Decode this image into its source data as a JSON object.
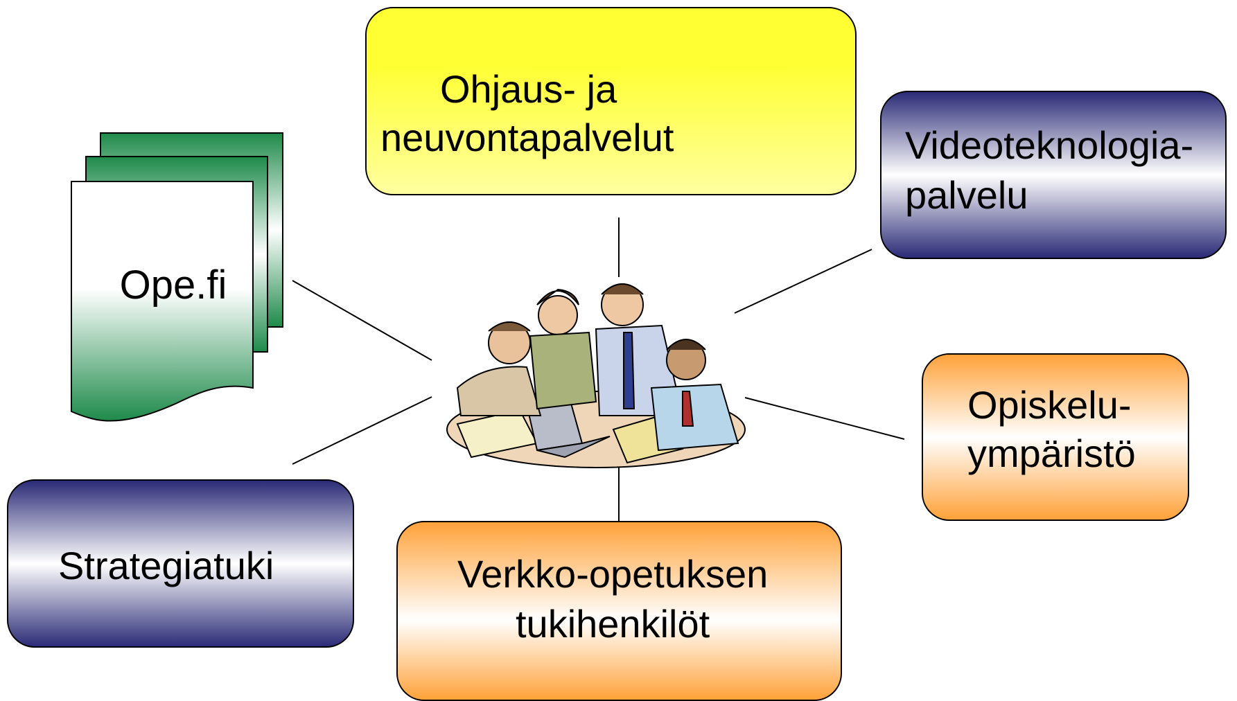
{
  "nodes": {
    "ohjaus": {
      "lines": [
        "Ohjaus- ja",
        "neuvontapalvelut"
      ],
      "color_top": "#ffff33"
    },
    "video": {
      "lines": [
        "Videoteknologia-",
        "palvelu"
      ],
      "color": "#2b2b77"
    },
    "opiskelu": {
      "lines": [
        "Opiskelu-",
        "ympäristö"
      ],
      "color": "#ffa23a"
    },
    "verkko": {
      "lines": [
        "Verkko-opetuksen",
        "tukihenkilöt"
      ],
      "color": "#ffa23a"
    },
    "strategia": {
      "lines": [
        "Strategiatuki"
      ],
      "color": "#2b2b77"
    },
    "opefi": {
      "label": "Ope.fi",
      "color": "#1e8a4a"
    }
  },
  "center": {
    "icon": "team-meeting-clipart-icon"
  }
}
